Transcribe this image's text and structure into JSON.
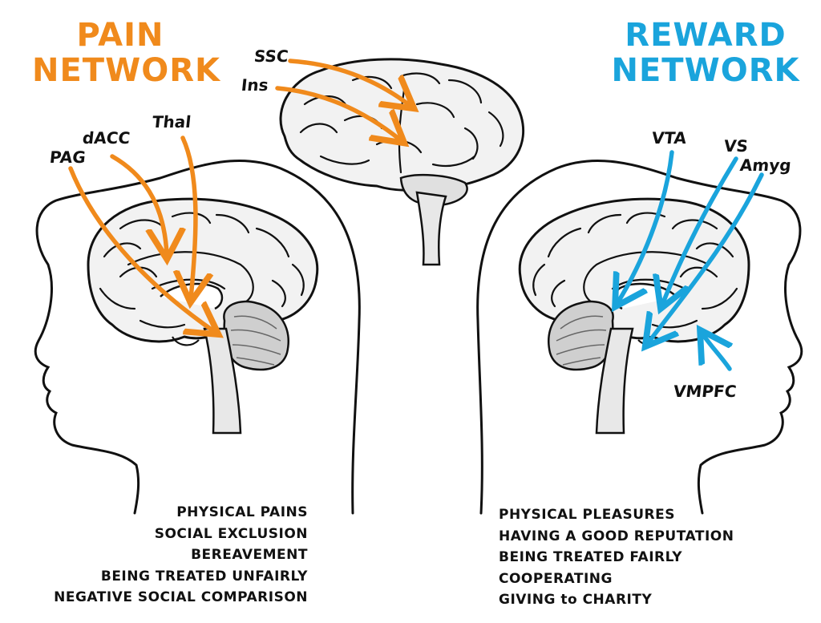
{
  "titles": {
    "pain": {
      "line1": "PAIN",
      "line2": "NETWORK"
    },
    "reward": {
      "line1": "REWARD",
      "line2": "NETWORK"
    }
  },
  "labels": {
    "ssc": "SSC",
    "ins": "Ins",
    "thal": "Thal",
    "dacc": "dACC",
    "pag": "PAG",
    "vta": "VTA",
    "vs": "VS",
    "amyg": "Amyg",
    "vmpfc": "VMPFC"
  },
  "pain_items": [
    "PHYSICAL PAINS",
    "SOCIAL EXCLUSION",
    "BEREAVEMENT",
    "BEING TREATED UNFAIRLY",
    "NEGATIVE SOCIAL COMPARISON"
  ],
  "reward_items": [
    "PHYSICAL PLEASURES",
    "HAVING A GOOD REPUTATION",
    "BEING TREATED FAIRLY",
    "COOPERATING",
    "GIVING to CHARITY"
  ],
  "colors": {
    "pain": "#f08a1c",
    "reward": "#1aa4dc",
    "ink": "#111111",
    "shade": "#cfcfcf"
  }
}
